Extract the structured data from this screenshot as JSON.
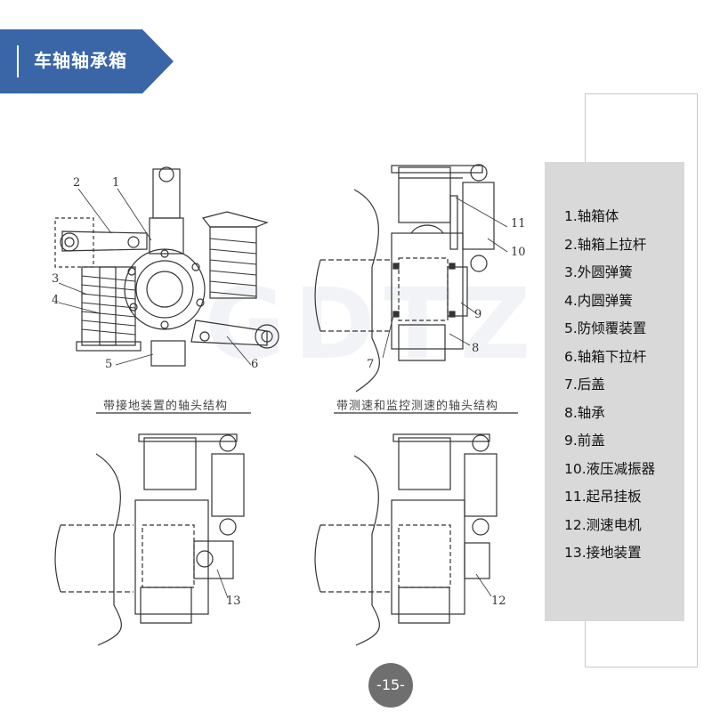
{
  "header": {
    "title": "车轴轴承箱"
  },
  "figures": {
    "top_left_caption": "带接地装置的轴头结构",
    "top_right_caption": "带测速和监控测速的轴头结构",
    "callouts_top_left": [
      "2",
      "1",
      "3",
      "4",
      "5",
      "6"
    ],
    "callouts_top_right": [
      "11",
      "10",
      "9",
      "8",
      "7"
    ],
    "callouts_bottom_left": [
      "13"
    ],
    "callouts_bottom_right": [
      "12"
    ]
  },
  "legend": {
    "items": [
      "1.轴箱体",
      "2.轴箱上拉杆",
      "3.外圆弹簧",
      "4.内圆弹簧",
      "5.防倾覆装置",
      "6.轴箱下拉杆",
      "7.后盖",
      "8.轴承",
      "9.前盖",
      "10.液压减振器",
      "11.起吊挂板",
      "12.测速电机",
      "13.接地装置"
    ]
  },
  "page": {
    "number": "-15-"
  },
  "colors": {
    "banner": "#3a66a8",
    "legend_bg": "#d9d9d9",
    "page_badge": "#6f6f6f"
  }
}
